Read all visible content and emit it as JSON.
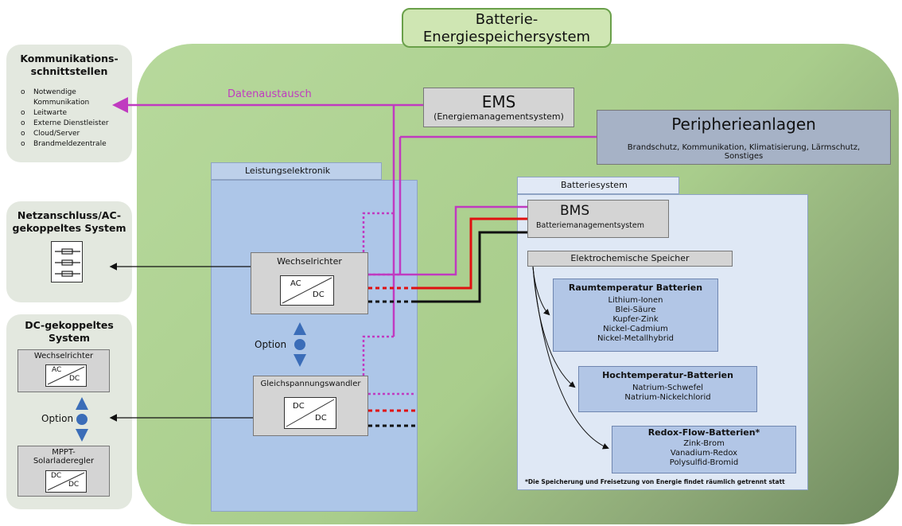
{
  "title": {
    "line1": "Batterie-",
    "line2": "Energiespeichersystem"
  },
  "kommunikation": {
    "heading_line1": "Kommunikations-",
    "heading_line2": "schnittstellen",
    "items": [
      "Notwendige Kommunikation",
      "Leitwarte",
      "Externe Dienstleister",
      "Cloud/Server",
      "Brandmeldezentrale"
    ]
  },
  "netz": {
    "heading_line1": "Netzanschluss/AC-",
    "heading_line2": "gekoppeltes System"
  },
  "dc_system": {
    "heading_line1": "DC-gekoppeltes",
    "heading_line2": "System",
    "wechselrichter": "Wechselrichter",
    "option": "Option",
    "mppt_line1": "MPPT-",
    "mppt_line2": "Solarladeregler"
  },
  "datenaustausch": "Datenaustausch",
  "ems": {
    "title": "EMS",
    "subtitle": "(Energiemanagementsystem)"
  },
  "peripherie": {
    "title": "Peripherieanlagen",
    "desc_line1": "Brandschutz, Kommunikation, Klimatisierung, Lärmschutz,",
    "desc_line2": "Sonstiges"
  },
  "leistungselektronik": {
    "title": "Leistungselektronik",
    "wechselrichter": "Wechselrichter",
    "option": "Option",
    "gleichspannungswandler": "Gleichspannungswandler"
  },
  "converter_labels": {
    "ac": "AC",
    "dc": "DC"
  },
  "batteriesystem": {
    "title": "Batteriesystem",
    "bms_title": "BMS",
    "bms_subtitle": "Batteriemanagementsystem",
    "elektrochemisch": "Elektrochemische  Speicher",
    "groups": [
      {
        "title": "Raumtemperatur  Batterien",
        "items": [
          "Lithium-Ionen",
          "Blei-Säure",
          "Kupfer-Zink",
          "Nickel-Cadmium",
          "Nickel-Metallhybrid"
        ]
      },
      {
        "title": "Hochtemperatur-Batterien",
        "items": [
          "Natrium-Schwefel",
          "Natrium-Nickelchlorid"
        ]
      },
      {
        "title": "Redox-Flow-Batterien*",
        "items": [
          "Zink-Brom",
          "Vanadium-Redox",
          "Polysulfid-Bromid"
        ]
      }
    ],
    "footnote": "*Die Speicherung und Freisetzung von Energie findet räumlich getrennt statt"
  },
  "colors": {
    "magenta": "#c03ac0",
    "red": "#e01010",
    "black": "#111111",
    "green_container": "#a9cd8c",
    "blue_panel": "#adc6e8"
  }
}
